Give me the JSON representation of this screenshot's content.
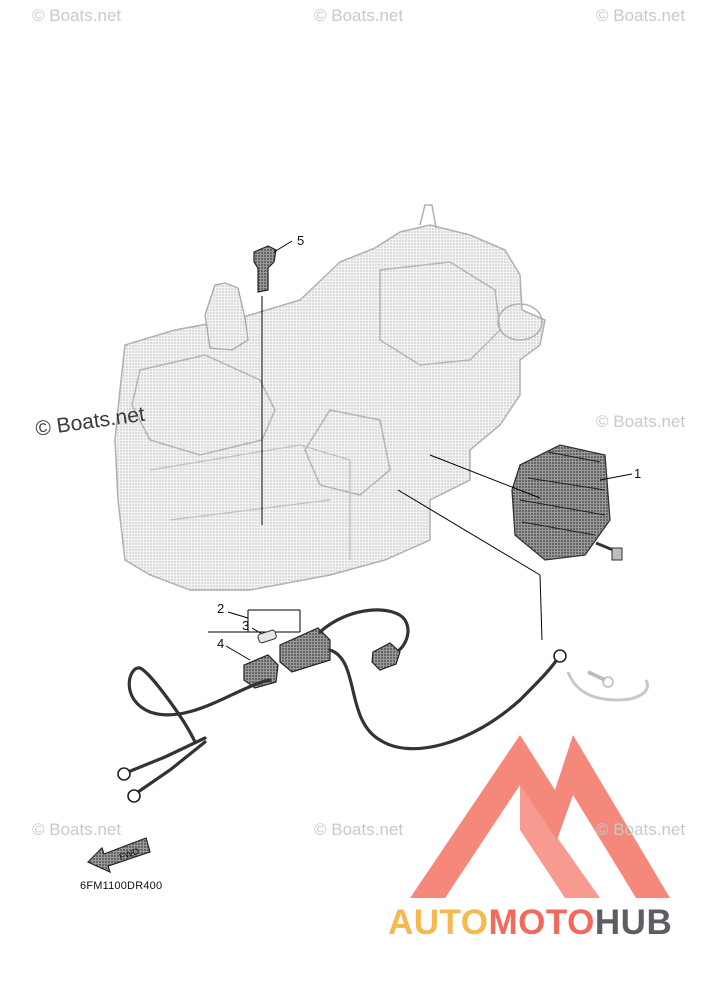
{
  "watermarks": {
    "small": "© Boats.net",
    "large": "© Boats.net"
  },
  "callouts": {
    "c1": "1",
    "c2": "2",
    "c3": "3",
    "c4": "4",
    "c5": "5"
  },
  "diagram_code": "6FM1100DR400",
  "fwd_arrow_label": "FWD",
  "logo": {
    "part1": "AUTO",
    "part2": "MOTO",
    "part3": "HUB",
    "colors": {
      "auto": "#f5b94f",
      "moto": "#f26a5c",
      "hub": "#5b5e62"
    }
  }
}
